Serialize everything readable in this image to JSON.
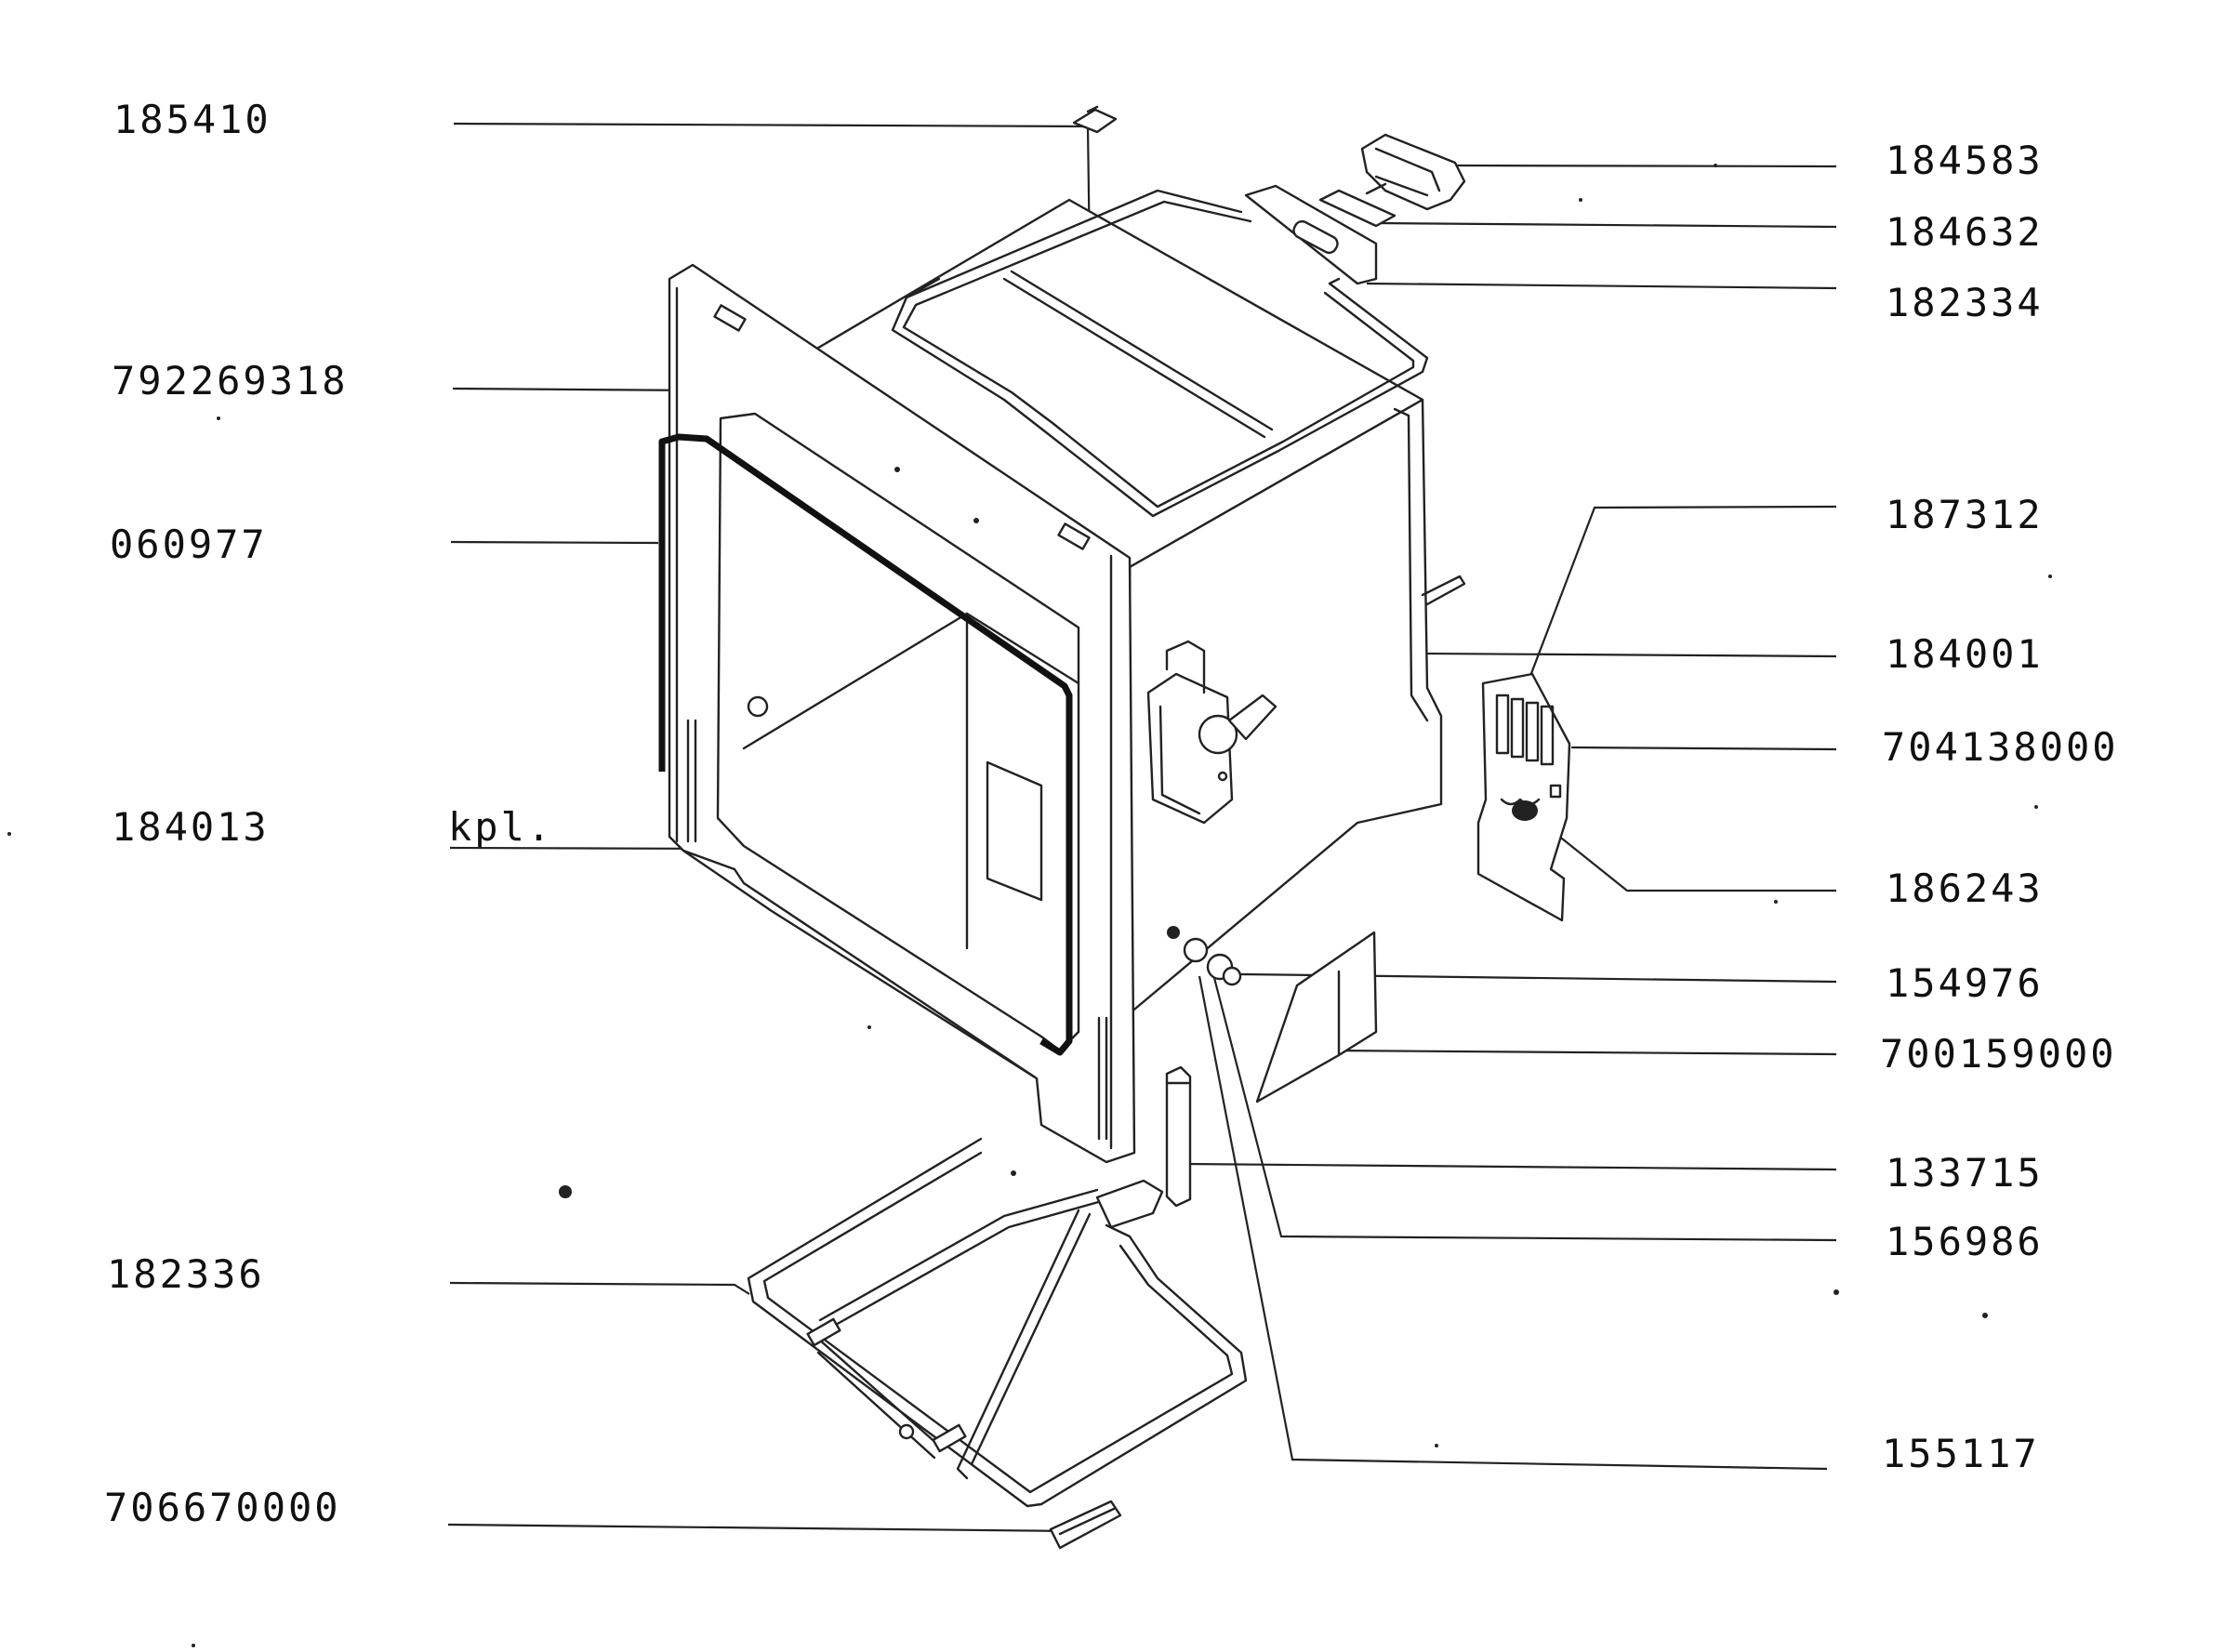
{
  "labels": {
    "p185410": "185410",
    "p792269318": "792269318",
    "p060977": "060977",
    "p184013": "184013",
    "p184013_suffix": "kpl.",
    "p182336": "182336",
    "p706670000": "706670000",
    "p184583": "184583",
    "p184632": "184632",
    "p182334": "182334",
    "p187312": "187312",
    "p184001": "184001",
    "p704138000": "704138000",
    "p186243": "186243",
    "p154976": "154976",
    "p700159000": "700159000",
    "p133715": "133715",
    "p156986": "156986",
    "p155117": "155117"
  }
}
